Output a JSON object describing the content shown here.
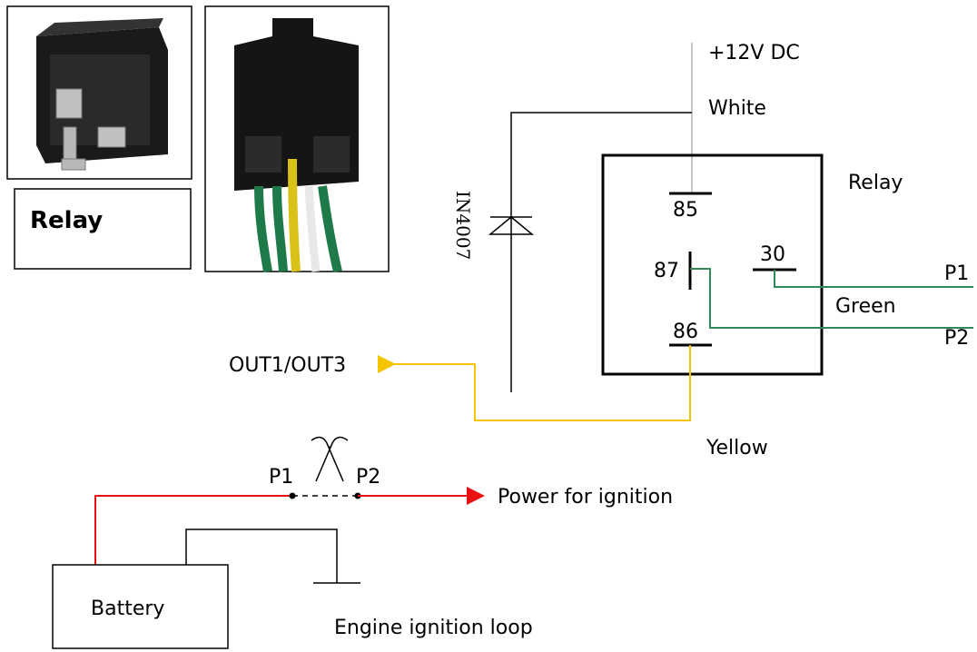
{
  "photos": {
    "relay_photo_alt": "relay-photo",
    "socket_photo_alt": "relay-socket-photo",
    "relay_caption": "Relay"
  },
  "relay": {
    "title": "Relay",
    "pin_85": "85",
    "pin_87": "87",
    "pin_30": "30",
    "pin_86": "86"
  },
  "wires": {
    "supply": "+12V DC",
    "white": "White",
    "green": "Green",
    "yellow": "Yellow",
    "p1": "P1",
    "p2": "P2",
    "out": "OUT1/OUT3"
  },
  "diode": {
    "label": "IN4007"
  },
  "ignition": {
    "p1": "P1",
    "p2": "P2",
    "power": "Power for ignition",
    "battery": "Battery",
    "loop": "Engine ignition loop"
  },
  "colors": {
    "green_wire": "#2e8b57",
    "yellow_wire": "#f5c400",
    "red_wire": "#e81010",
    "white_wire": "#c8c8c8"
  }
}
